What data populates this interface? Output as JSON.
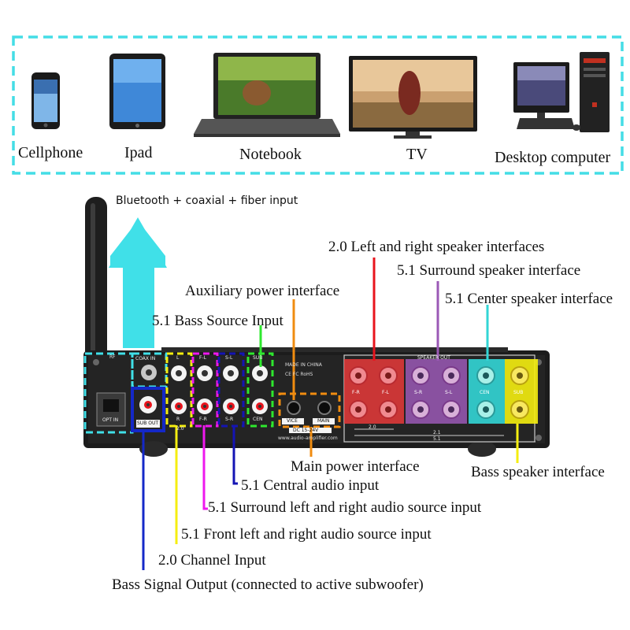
{
  "devices": [
    {
      "label": "Cellphone",
      "icon": "cellphone-icon"
    },
    {
      "label": "Ipad",
      "icon": "tablet-icon"
    },
    {
      "label": "Notebook",
      "icon": "laptop-icon"
    },
    {
      "label": "TV",
      "icon": "tv-icon"
    },
    {
      "label": "Desktop computer",
      "icon": "desktop-computer-icon"
    }
  ],
  "input_label": "Bluetooth + coaxial + fiber input",
  "callouts": {
    "speaker_2_0": "2.0 Left and right speaker interfaces",
    "surround_speaker": "5.1 Surround speaker interface",
    "center_speaker": "5.1 Center speaker interface",
    "aux_power": "Auxiliary power interface",
    "bass_source": "5.1 Bass Source Input",
    "main_power": "Main power interface",
    "bass_speaker": "Bass speaker interface",
    "central_audio": "5.1 Central audio input",
    "surround_source": "5.1 Surround left and right audio source input",
    "front_source": "5.1 Front left and right audio source input",
    "channel_2_0": "2.0 Channel Input",
    "bass_output": "Bass Signal Output (connected to active subwoofer)"
  },
  "panel": {
    "rf": "RF",
    "coax_in": "COAX IN",
    "opt_in": "OPT IN",
    "sub_out": "SUB OUT",
    "made_in": "MADE IN CHINA",
    "cert": "CE FC RoHS",
    "speaker_out": "SPEAKER OUT",
    "vice": "VICE",
    "main": "MAIN",
    "dc": "DC 15-24V",
    "url": "www.audio-amplifier.com",
    "rca_labels": {
      "l": "L",
      "r": "R",
      "fl": "F-L",
      "fr": "F-R",
      "sl": "S-L",
      "sr": "S-R",
      "sub": "SUB",
      "cen": "CEN",
      "ch20": "2.0"
    },
    "spk_labels": [
      "F-R",
      "F-L",
      "S-R",
      "S-L",
      "CEN",
      "SUB"
    ],
    "spk_group_labels": {
      "g20": "2.0",
      "g21": "2.1",
      "g51": "5.1"
    }
  },
  "colors": {
    "cyan": "#40e0e8",
    "red": "#e8141c",
    "purple": "#9b59b6",
    "teal": "#33d6d6",
    "green": "#2ee82e",
    "orange": "#f08c10",
    "yellow": "#f5ee10",
    "magenta": "#ee18ee",
    "blue": "#1428c8",
    "navy": "#1414b4"
  }
}
